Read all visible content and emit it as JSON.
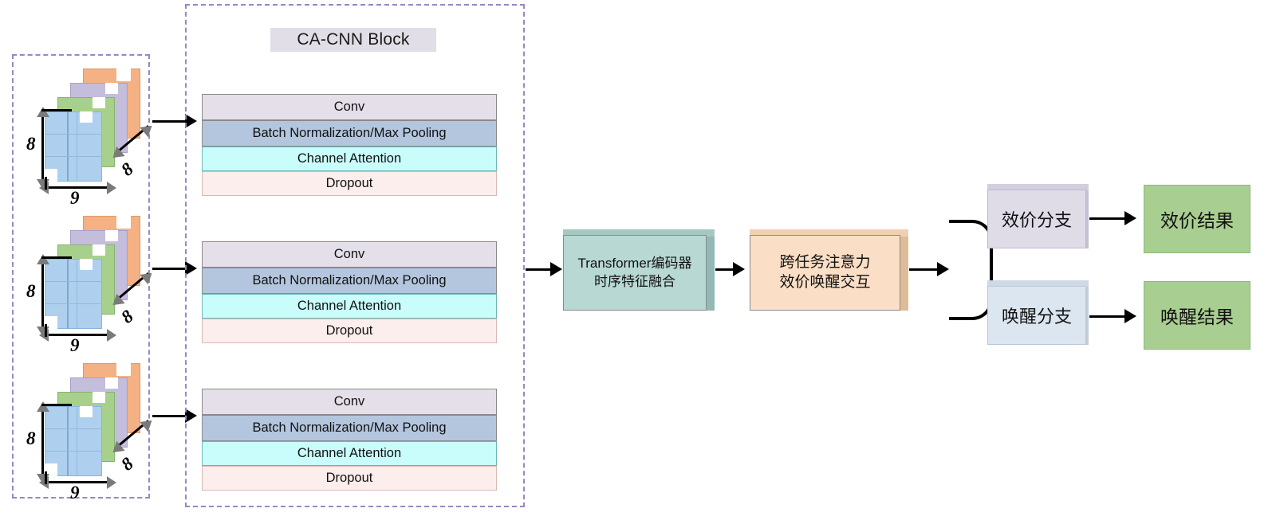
{
  "diagram": {
    "title": "CA-CNN multi-branch emotion recognition architecture",
    "colors": {
      "dashed_frame": "#9b86c4",
      "title_chip_bg": "#e2dee8",
      "conv": "#e4dfe9",
      "batchnorm": "#b3c6de",
      "channel_attention": "#c9fdfb",
      "dropout": "#fbeeec",
      "transformer": "#b8d8d4",
      "cross_task": "#fadfc6",
      "valence_branch": "#dfdce8",
      "arousal_branch": "#dce6f1",
      "result": "#a9ce91",
      "cube_blue": "#aed0ee",
      "cube_green": "#a8d08d",
      "cube_purple": "#c5bddc",
      "cube_orange": "#f4b183"
    }
  },
  "input_group": {
    "name": "input-eeg-topographic-cubes",
    "samples": [
      {
        "height_label": "8",
        "width_label": "9",
        "depth_label": "8"
      },
      {
        "height_label": "8",
        "width_label": "9",
        "depth_label": "8"
      },
      {
        "height_label": "8",
        "width_label": "9",
        "depth_label": "8"
      }
    ]
  },
  "cacnn_group": {
    "title": "CA-CNN Block",
    "blocks": [
      {
        "layers": [
          {
            "label": "Conv",
            "style": "conv"
          },
          {
            "label": "Batch Normalization/Max Pooling",
            "style": "bnmp"
          },
          {
            "label": "Channel Attention",
            "style": "chatt"
          },
          {
            "label": "Dropout",
            "style": "drop"
          }
        ]
      },
      {
        "layers": [
          {
            "label": "Conv",
            "style": "conv"
          },
          {
            "label": "Batch Normalization/Max Pooling",
            "style": "bnmp"
          },
          {
            "label": "Channel Attention",
            "style": "chatt"
          },
          {
            "label": "Dropout",
            "style": "drop"
          }
        ]
      },
      {
        "layers": [
          {
            "label": "Conv",
            "style": "conv"
          },
          {
            "label": "Batch Normalization/Max Pooling",
            "style": "bnmp"
          },
          {
            "label": "Channel Attention",
            "style": "chatt"
          },
          {
            "label": "Dropout",
            "style": "drop"
          }
        ]
      }
    ]
  },
  "pipeline": {
    "transformer": {
      "line1": "Transformer编码器",
      "line2": "时序特征融合"
    },
    "cross_task": {
      "line1": "跨任务注意力",
      "line2": "效价唤醒交互"
    }
  },
  "branches": {
    "valence": {
      "branch_label": "效价分支",
      "result_label": "效价结果"
    },
    "arousal": {
      "branch_label": "唤醒分支",
      "result_label": "唤醒结果"
    }
  }
}
